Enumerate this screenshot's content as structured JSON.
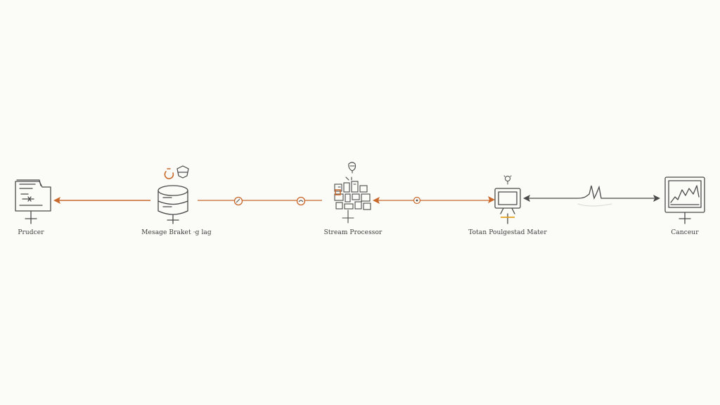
{
  "nodes": [
    {
      "id": "producer",
      "label": "Prudcer",
      "icon": "file-folder-icon"
    },
    {
      "id": "broker",
      "label": "Mesage Braket ·g lag",
      "icon": "database-icon"
    },
    {
      "id": "processor",
      "label": "Stream Processor",
      "icon": "processor-grid-icon"
    },
    {
      "id": "materializer",
      "label": "Totan Poulgestad Mater",
      "icon": "monitor-icon"
    },
    {
      "id": "consumer",
      "label": "Canceur",
      "icon": "chart-monitor-icon"
    }
  ],
  "colors": {
    "stroke": "#4a4a4a",
    "accent": "#c8682a",
    "background": "#fbfbf8"
  }
}
